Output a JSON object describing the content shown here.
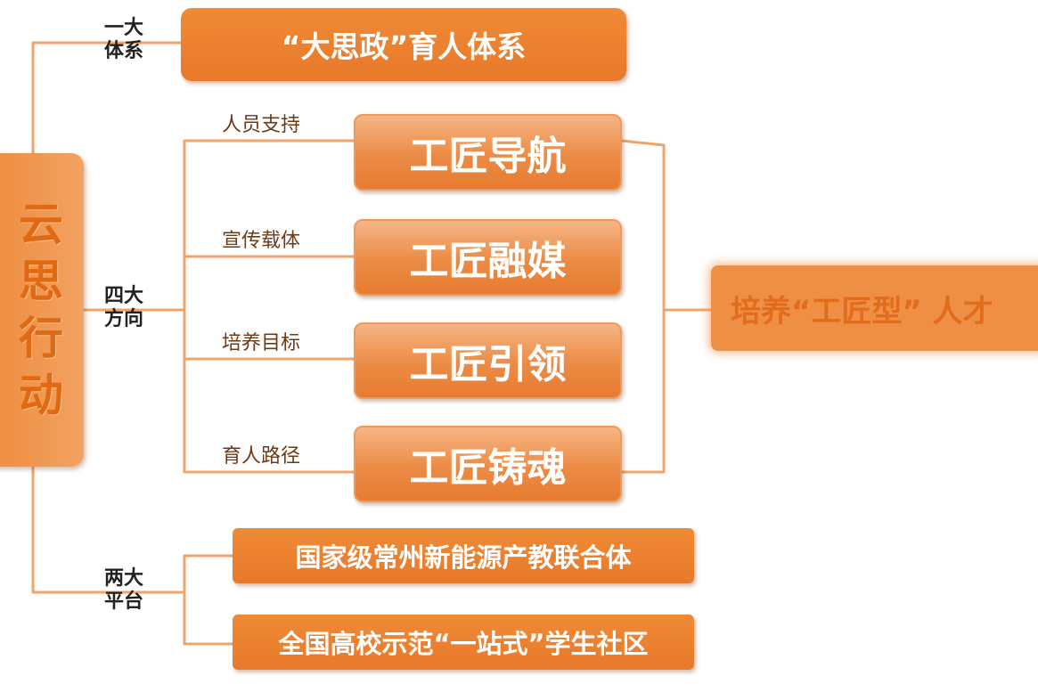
{
  "title": "云思行动",
  "groups": [
    {
      "label_line1": "一大",
      "label_line2": "体系",
      "items": [
        "“大思政”育人体系"
      ]
    },
    {
      "label_line1": "四大",
      "label_line2": "方向",
      "items": [
        {
          "sub": "人员支持",
          "text": "工匠导航"
        },
        {
          "sub": "宣传载体",
          "text": "工匠融媒"
        },
        {
          "sub": "培养目标",
          "text": "工匠引领"
        },
        {
          "sub": "育人路径",
          "text": "工匠铸魂"
        }
      ]
    },
    {
      "label_line1": "两大",
      "label_line2": "平台",
      "items": [
        "国家级常州新能源产教联合体",
        "全国高校示范“一站式”学生社区"
      ]
    }
  ],
  "result": "培养“工匠型” 人才",
  "colors": {
    "accent": "#e8792a",
    "line": "#f0a46a",
    "title_text": "#e06a14",
    "label_text": "#222222"
  }
}
